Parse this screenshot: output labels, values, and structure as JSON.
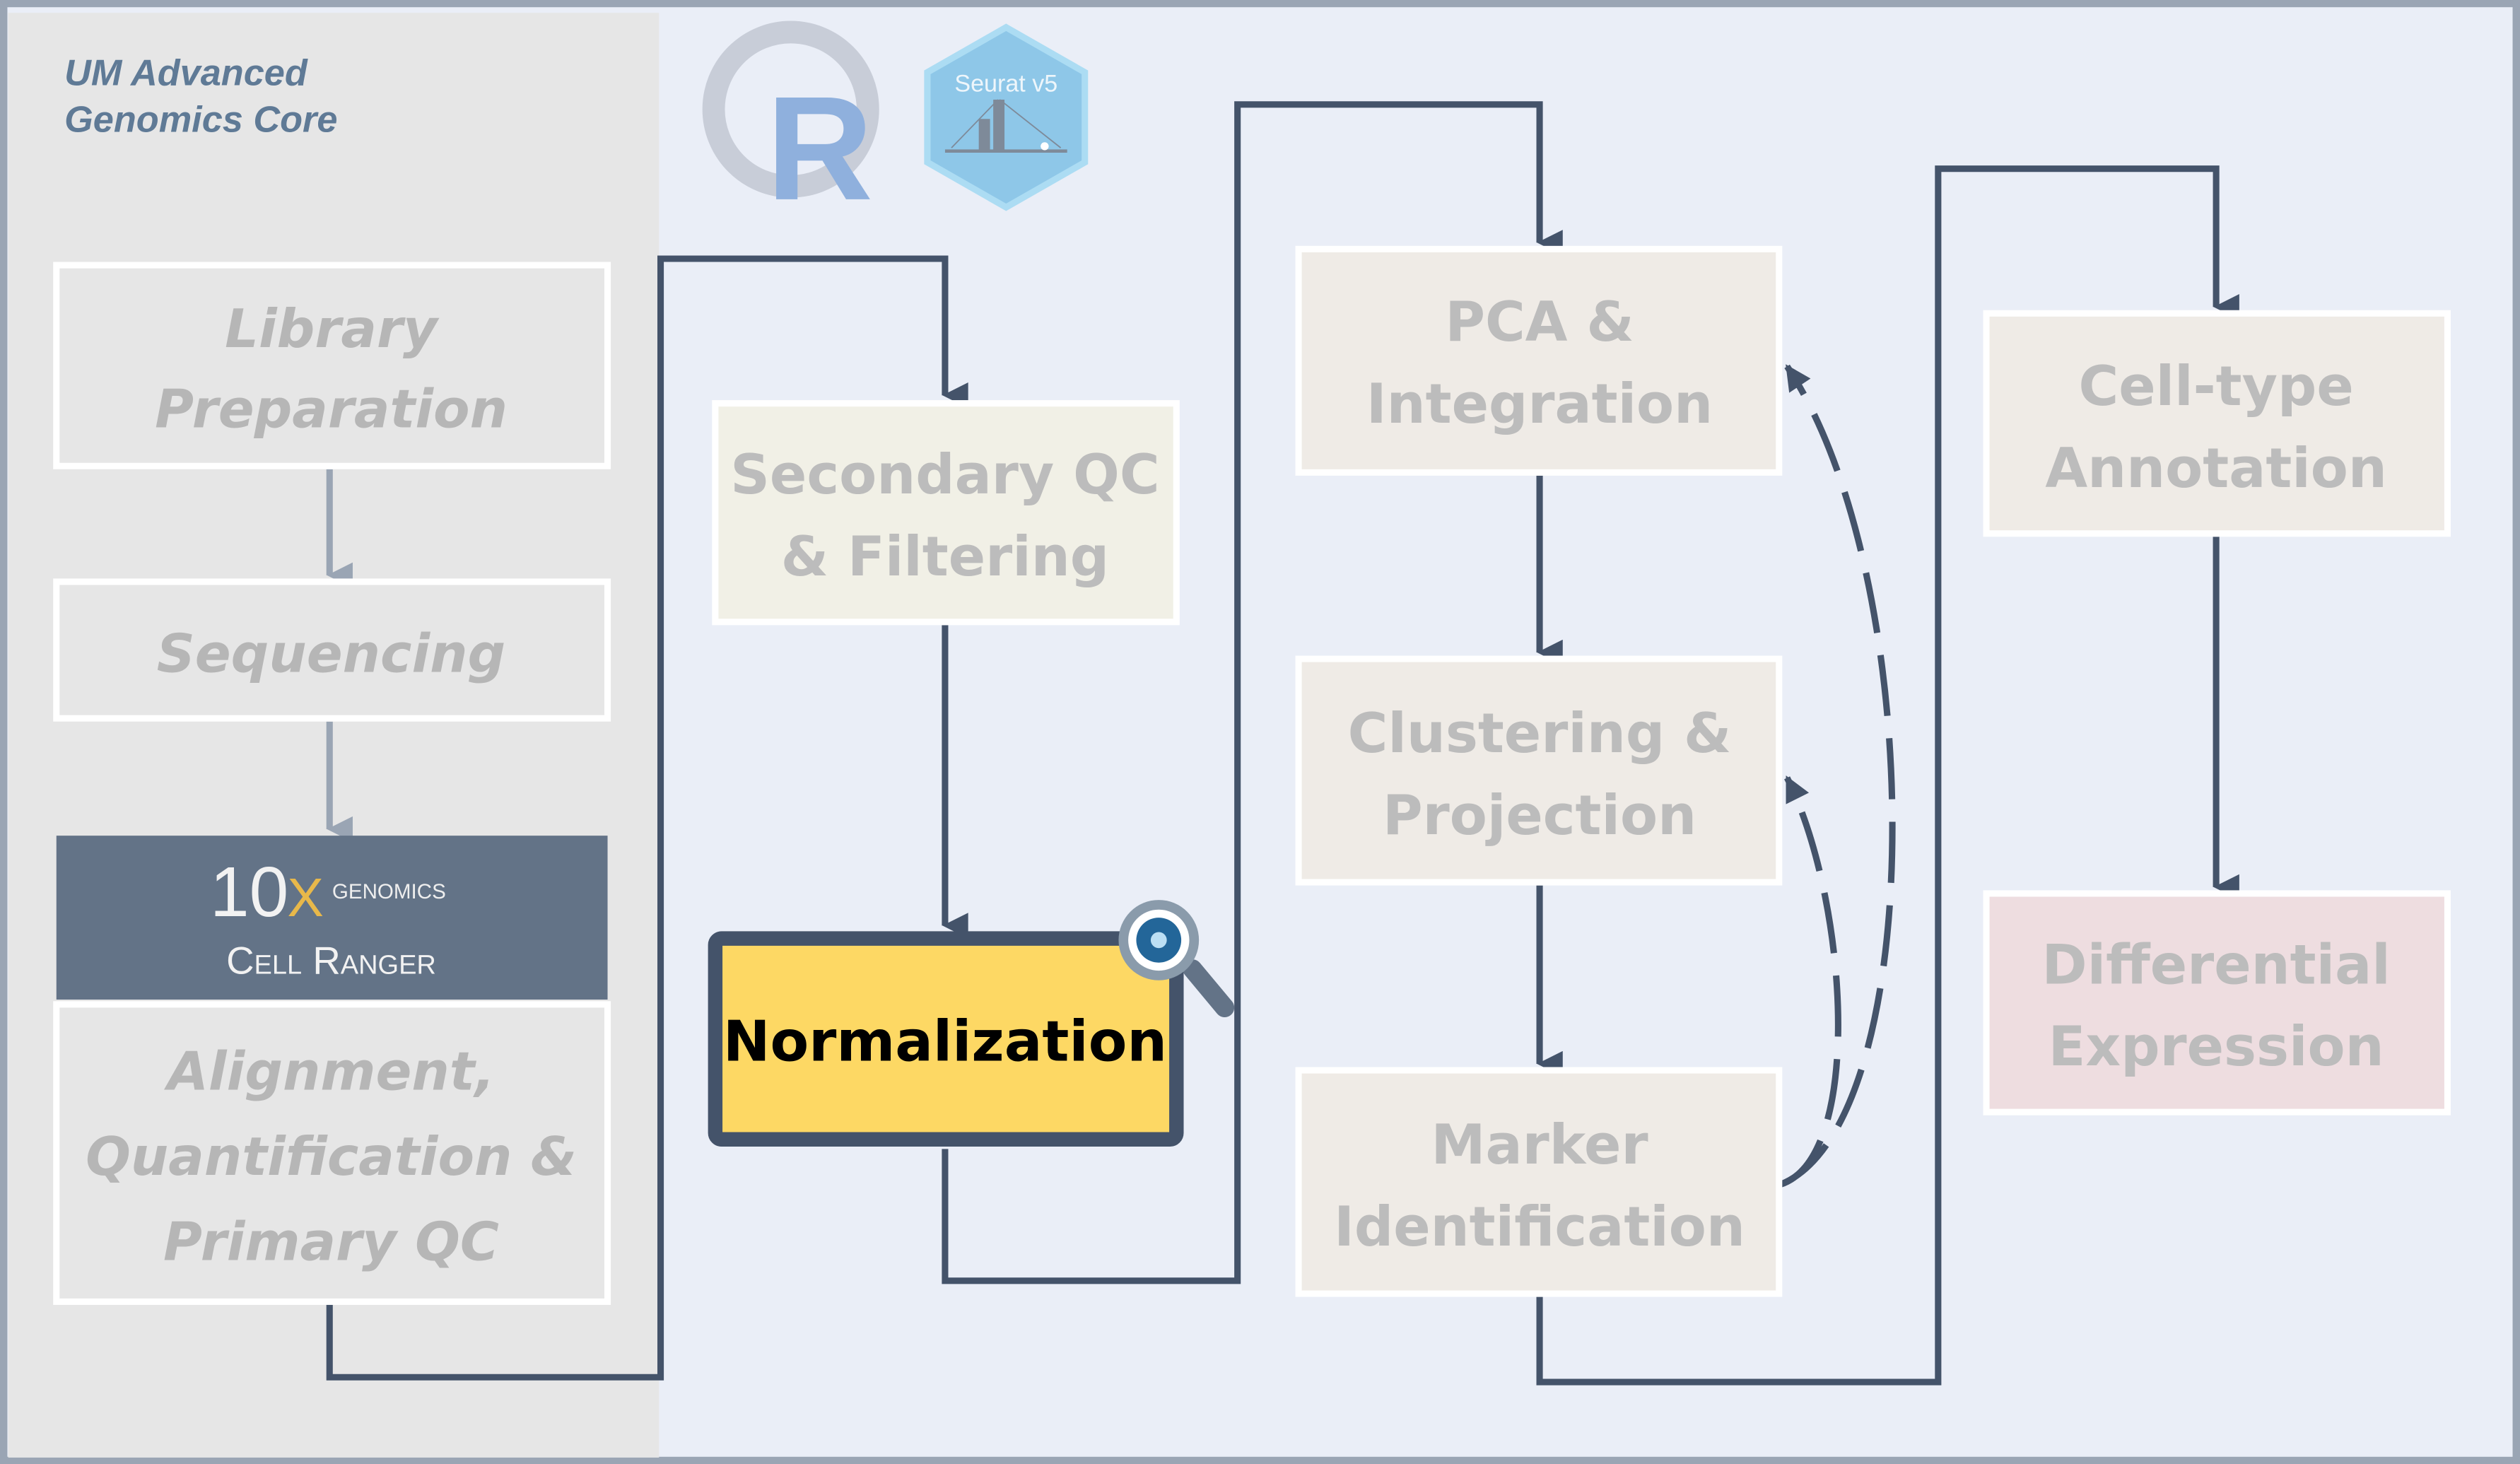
{
  "header": {
    "org_line1": "UM Advanced",
    "org_line2": "Genomics Core"
  },
  "logos": {
    "r": "R",
    "seurat": "Seurat v5",
    "tenx_main": "10",
    "tenx_x": "X",
    "tenx_sub": "GENOMICS",
    "cellranger": "Cell Ranger"
  },
  "steps": {
    "library": [
      "Library",
      "Preparation"
    ],
    "sequencing": [
      "Sequencing"
    ],
    "alignment": [
      "Alignment,",
      "Quantification &",
      "Primary QC"
    ],
    "secondary_qc": [
      "Secondary QC",
      "& Filtering"
    ],
    "normalization": [
      "Normalization"
    ],
    "pca": [
      "PCA &",
      "Integration"
    ],
    "clustering": [
      "Clustering &",
      "Projection"
    ],
    "marker": [
      "Marker",
      "Identification"
    ],
    "celltype": [
      "Cell-type",
      "Annotation"
    ],
    "differential": [
      "Differential",
      "Expression"
    ]
  },
  "highlight": {
    "active_step": "Normalization",
    "icon": "magnifier-icon"
  },
  "colors": {
    "flow": "#44536a",
    "active_fill": "#fdd864",
    "left_panel": "#e6e6e6",
    "right_panel": "#eaeef7",
    "cellranger_bg": "#637387"
  }
}
